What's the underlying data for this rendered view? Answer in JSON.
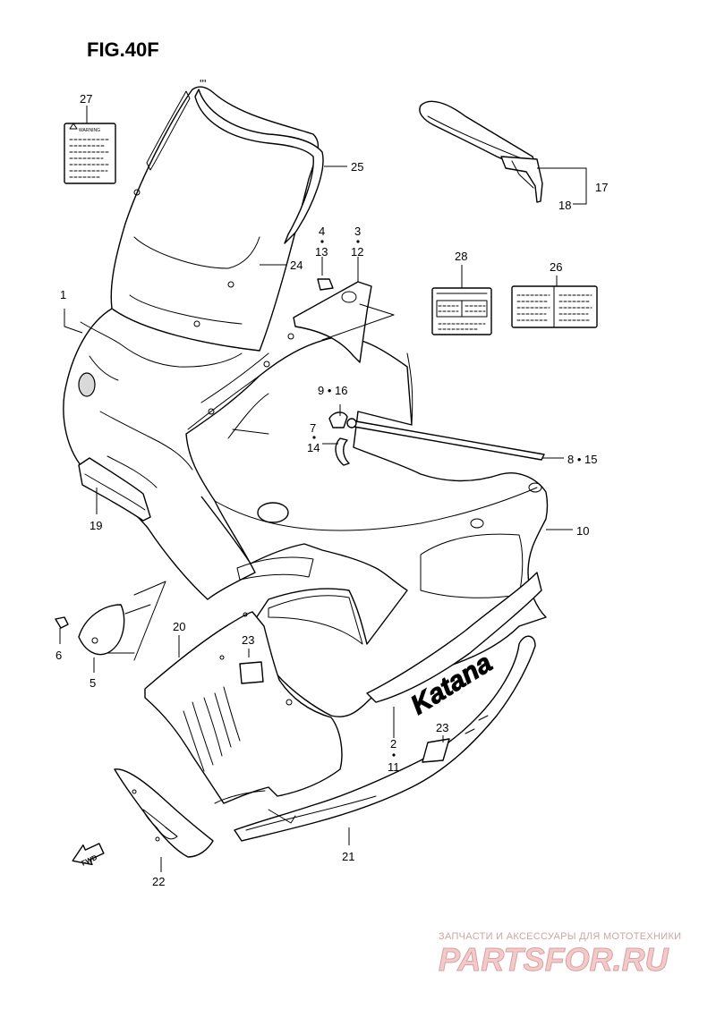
{
  "figure": {
    "title": "FIG.40F"
  },
  "callouts": {
    "c1": "1",
    "c2": "2",
    "c11": "11",
    "c3": "3",
    "c12": "12",
    "c4": "4",
    "c13": "13",
    "c5": "5",
    "c6": "6",
    "c7": "7",
    "c14": "14",
    "c8_15": "8 • 15",
    "c9_16": "9 • 16",
    "c10": "10",
    "c17": "17",
    "c18": "18",
    "c19": "19",
    "c20": "20",
    "c21": "21",
    "c22": "22",
    "c23a": "23",
    "c23b": "23",
    "c24": "24",
    "c25": "25",
    "c26": "26",
    "c27": "27",
    "c28": "28"
  },
  "labels": {
    "warning_label": "WARNING",
    "fwd_arrow": "FWD",
    "decal_text": "Katana"
  },
  "watermark": {
    "tagline": "ЗАПЧАСТИ И АКСЕССУАРЫ ДЛЯ МОТОТЕХНИКИ",
    "logo": "PARTSFOR.RU"
  },
  "colors": {
    "line": "#000000",
    "background": "#ffffff",
    "watermark_light": "#f4c9c9",
    "watermark_text": "#c9a6a6"
  }
}
